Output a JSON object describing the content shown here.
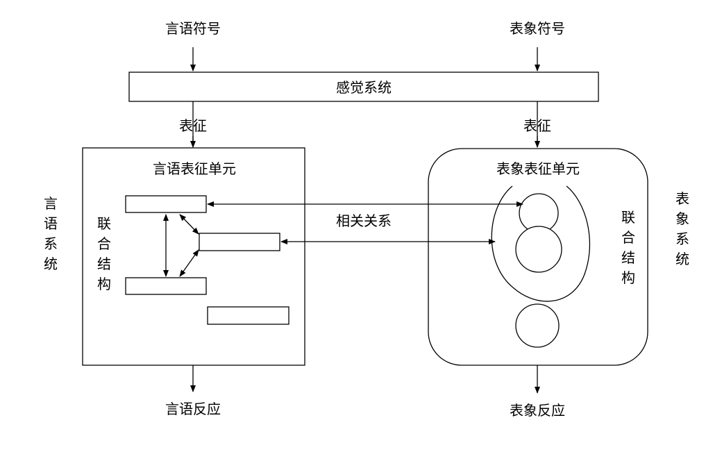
{
  "inputs": {
    "verbal_symbol": "言语符号",
    "imagery_symbol": "表象符号"
  },
  "sensory_system": "感觉系统",
  "representation_left": "表征",
  "representation_right": "表征",
  "verbal_unit_title": "言语表征单元",
  "imagery_unit_title": "表象表征单元",
  "verbal_system_chars": [
    "言",
    "语",
    "系",
    "统"
  ],
  "imagery_system_chars": [
    "表",
    "象",
    "系",
    "统"
  ],
  "assoc_left_chars": [
    "联",
    "合",
    "结",
    "构"
  ],
  "assoc_right_chars": [
    "联",
    "合",
    "结",
    "构"
  ],
  "relation_label": "相关关系",
  "outputs": {
    "verbal_response": "言语反应",
    "imagery_response": "表象反应"
  }
}
